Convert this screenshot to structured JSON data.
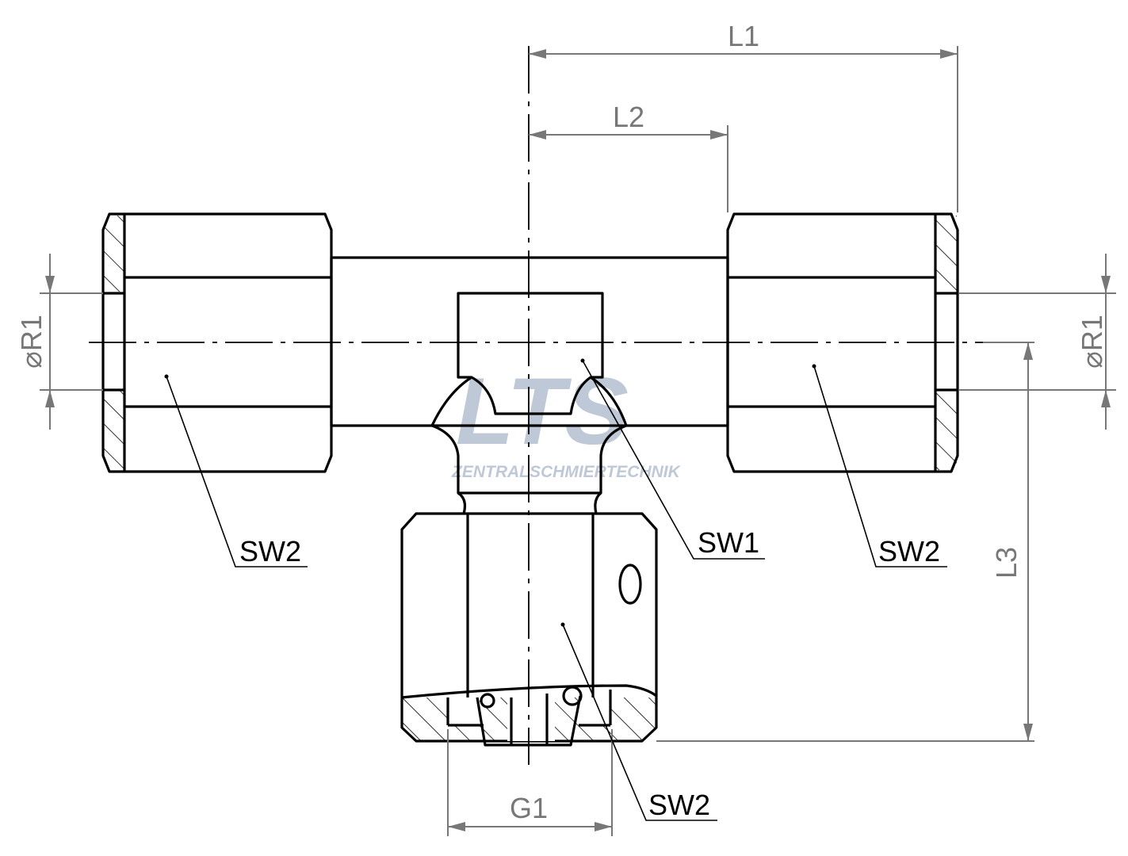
{
  "drawing": {
    "dimensions": {
      "L1": "L1",
      "L2": "L2",
      "L3": "L3",
      "G1": "G1",
      "R1_left": "⌀R1",
      "R1_right": "⌀R1"
    },
    "callouts": {
      "left": "SW2",
      "center": "SW1",
      "right": "SW2",
      "bottom": "SW2"
    },
    "watermark": {
      "logo": "LTS",
      "subtitle": "ZENTRALSCHMIERTECHNIK"
    }
  }
}
